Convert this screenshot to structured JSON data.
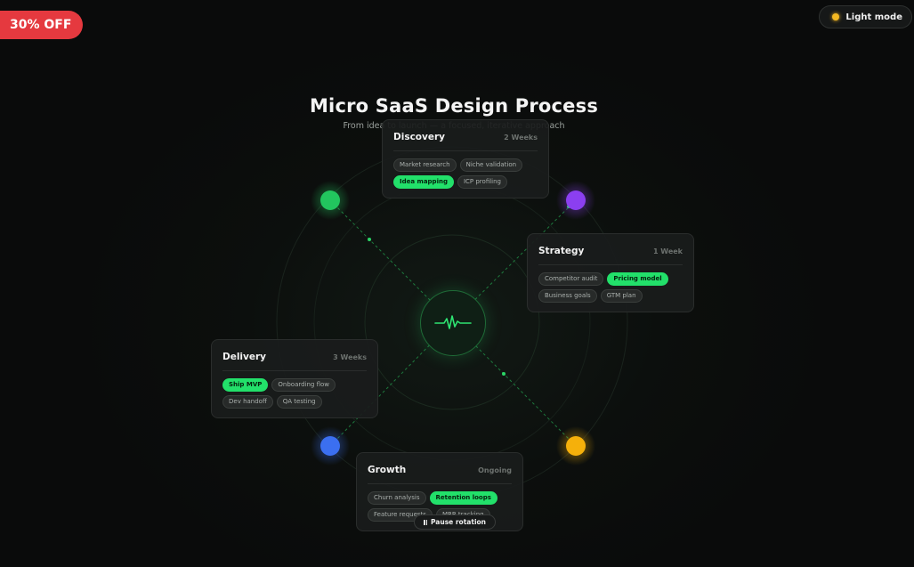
{
  "promo": {
    "label": "30% OFF"
  },
  "theme_toggle": {
    "label": "Light mode",
    "icon": "sun-icon",
    "icon_color": "#f5b922"
  },
  "header": {
    "title": "Micro SaaS Design Process",
    "subtitle": "From idea to launch — a focused, iterative approach"
  },
  "colors": {
    "accent": "#22e06a",
    "node_discovery": "#22c55e",
    "node_strategy": "#8b3ff0",
    "node_growth": "#f5b00b",
    "node_delivery": "#3b6ff0",
    "promo": "#e5393f"
  },
  "hub": {
    "icon": "pulse-icon"
  },
  "stages": {
    "discovery": {
      "title": "Discovery",
      "duration": "2 Weeks",
      "tags": [
        {
          "label": "Market research",
          "active": false
        },
        {
          "label": "Niche validation",
          "active": false
        },
        {
          "label": "Idea mapping",
          "active": true
        },
        {
          "label": "ICP profiling",
          "active": false
        }
      ]
    },
    "strategy": {
      "title": "Strategy",
      "duration": "1 Week",
      "tags": [
        {
          "label": "Competitor audit",
          "active": false
        },
        {
          "label": "Pricing model",
          "active": true
        },
        {
          "label": "Business goals",
          "active": false
        },
        {
          "label": "GTM plan",
          "active": false
        }
      ]
    },
    "delivery": {
      "title": "Delivery",
      "duration": "3 Weeks",
      "tags": [
        {
          "label": "Ship MVP",
          "active": true
        },
        {
          "label": "Onboarding flow",
          "active": false
        },
        {
          "label": "Dev handoff",
          "active": false
        },
        {
          "label": "QA testing",
          "active": false
        }
      ]
    },
    "growth": {
      "title": "Growth",
      "duration": "Ongoing",
      "tags": [
        {
          "label": "Churn analysis",
          "active": false
        },
        {
          "label": "Retention loops",
          "active": true
        },
        {
          "label": "Feature requests",
          "active": false
        },
        {
          "label": "MRR tracking",
          "active": false
        }
      ]
    }
  },
  "controls": {
    "pause_label": "Pause rotation",
    "pause_icon": "pause-icon"
  }
}
